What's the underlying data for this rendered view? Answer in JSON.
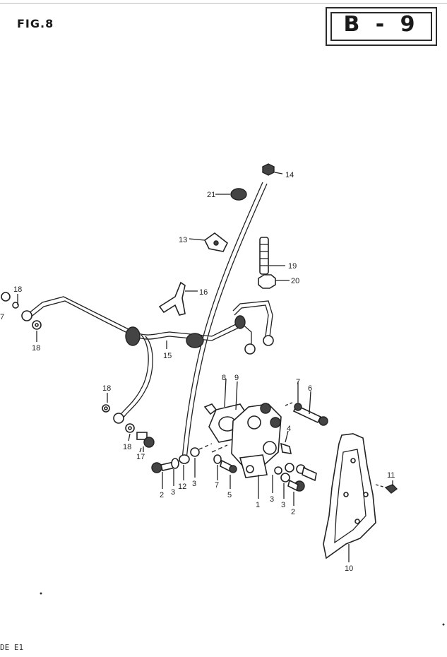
{
  "figure": {
    "label": "FIG.8",
    "code": "B - 9",
    "footer": "DE E1"
  },
  "callouts": {
    "c14": "14",
    "c21": "21",
    "c13": "13",
    "c19": "19",
    "c20": "20",
    "c16": "16",
    "c18a": "18",
    "c7a": "7",
    "c18b": "18",
    "c15": "15",
    "c18c": "18",
    "c18d": "18",
    "c17": "17",
    "c8": "8",
    "c9": "9",
    "c7b": "7",
    "c6": "6",
    "c4": "4",
    "c2a": "2",
    "c3a": "3",
    "c12": "12",
    "c3b": "3",
    "c7c": "7",
    "c5": "5",
    "c1": "1",
    "c3c": "3",
    "c3d": "3",
    "c2b": "2",
    "c11": "11",
    "c10": "10"
  }
}
